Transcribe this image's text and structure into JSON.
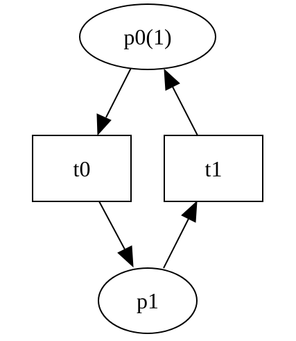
{
  "diagram": {
    "type": "petri-net",
    "places": [
      {
        "id": "p0",
        "label": "p0(1)"
      },
      {
        "id": "p1",
        "label": "p1"
      }
    ],
    "transitions": [
      {
        "id": "t0",
        "label": "t0"
      },
      {
        "id": "t1",
        "label": "t1"
      }
    ],
    "edges": [
      {
        "from": "p0",
        "to": "t0"
      },
      {
        "from": "t0",
        "to": "p1"
      },
      {
        "from": "p1",
        "to": "t1"
      },
      {
        "from": "t1",
        "to": "p0"
      }
    ],
    "colors": {
      "stroke": "#000000",
      "fill": "#ffffff"
    }
  }
}
